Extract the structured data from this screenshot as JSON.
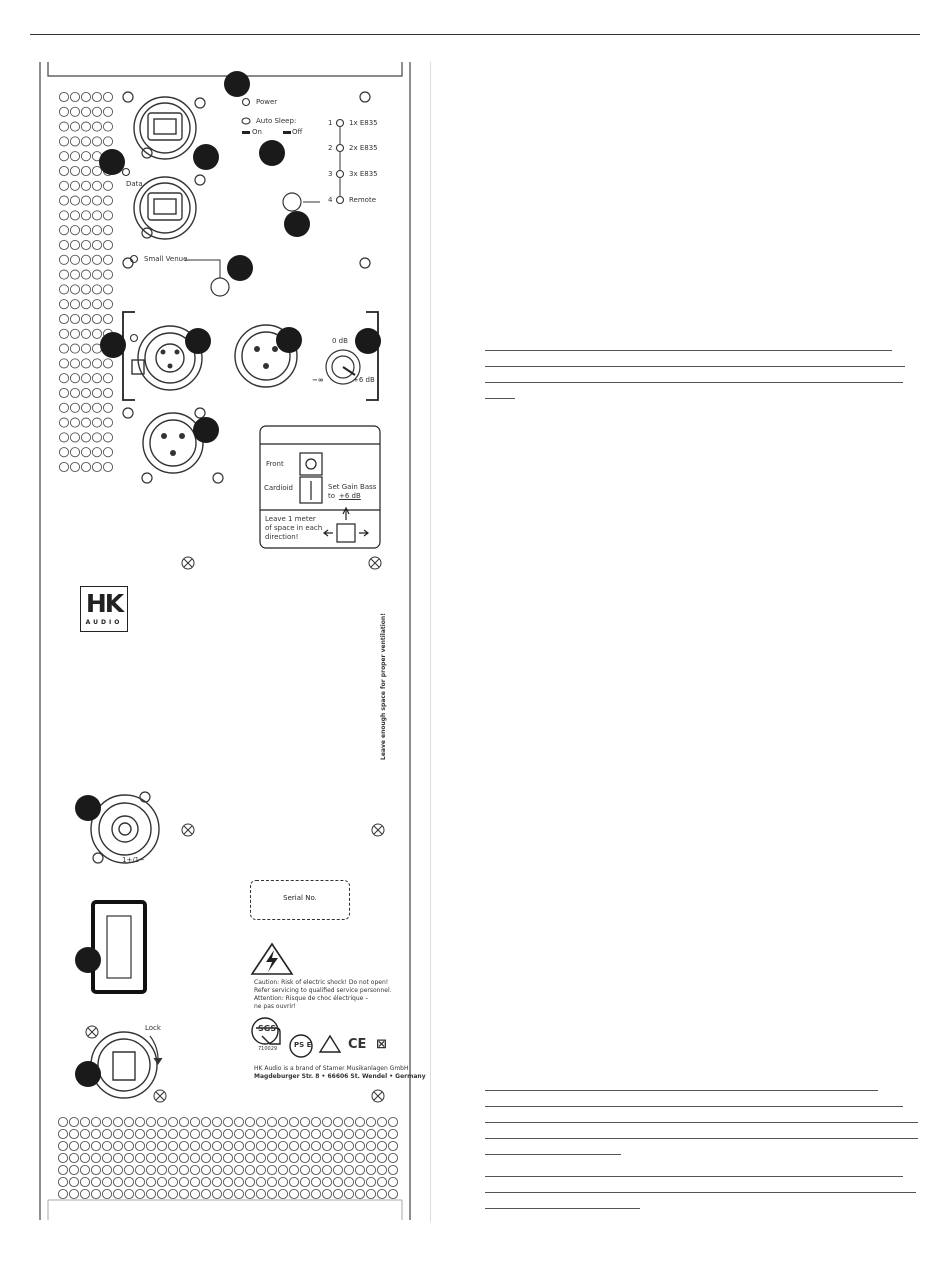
{
  "labels": {
    "power": "Power",
    "auto_sleep": "Auto Sleep:",
    "auto_sleep_on": "On",
    "auto_sleep_off": "Off",
    "data": "Data",
    "small_venue": "Small Venue",
    "mode1_num": "1",
    "mode1": "1x E835",
    "mode2_num": "2",
    "mode2": "2x E835",
    "mode3_num": "3",
    "mode3": "3x E835",
    "mode4_num": "4",
    "mode4": "Remote",
    "gain_zero": "0 dB",
    "gain_min": "−∞",
    "gain_max": "+6 dB",
    "front": "Front",
    "cardioid": "Cardioid",
    "set_gain_bass": "Set Gain Bass",
    "set_gain_to": "to",
    "set_gain_value": "+6 dB",
    "leave_space_1": "Leave 1 meter",
    "leave_space_2": "of space in each",
    "leave_space_3": "direction!",
    "ventilation": "Leave enough space for proper ventilation!",
    "speakon_polarity": "1+/1−",
    "serial": "Serial No.",
    "lock": "Lock",
    "caution_1": "Caution: Risk of electric shock! Do not open!",
    "caution_2": "Refer servicing to qualified service personnel.",
    "caution_3": "Attention: Risque de choc électrique –",
    "caution_4": "ne pas ouvrir!",
    "sgs_code": "710029",
    "brand_line_1": "HK Audio is a brand of Stamer Musikanlagen GmbH",
    "brand_line_2": "Magdeburger Str. 8 • 66606 St. Wendel • Germany"
  },
  "logo": {
    "main": "HK",
    "sub": "AUDIO"
  },
  "certifications": {
    "sgs": "SGS",
    "pse": "PS E",
    "ce": "CE",
    "weee": "⊠"
  }
}
